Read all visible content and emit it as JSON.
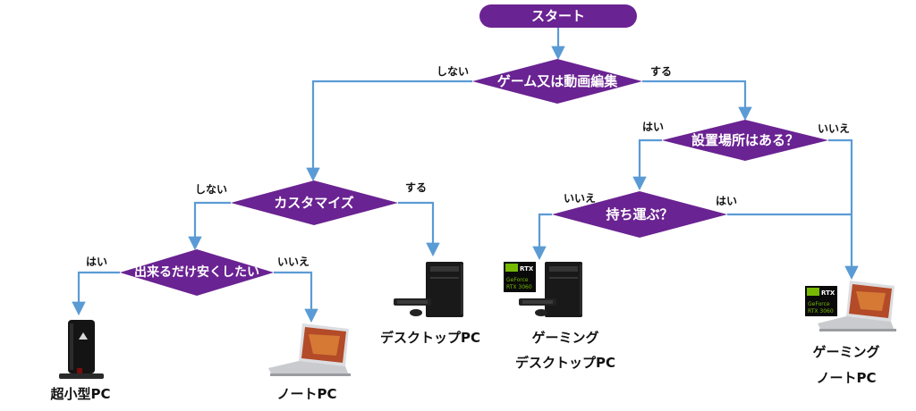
{
  "colors": {
    "node": "#6a2392",
    "arrow": "#5b9bd5",
    "text": "#111111"
  },
  "nodes": {
    "start": "スタート",
    "q_game": "ゲーム又は動画編集",
    "q_place": "設置場所はある？",
    "q_custom": "カスタマイズ",
    "q_carry": "持ち運ぶ？",
    "q_cheap": "出来るだけ安くしたい"
  },
  "edges": {
    "game_no": "しない",
    "game_yes": "する",
    "place_yes": "はい",
    "place_no": "いいえ",
    "custom_no": "しない",
    "custom_yes": "する",
    "carry_no": "いいえ",
    "carry_yes": "はい",
    "cheap_yes": "はい",
    "cheap_no": "いいえ"
  },
  "results": {
    "mini": "超小型PC",
    "laptop": "ノートPC",
    "desktop": "デスクトップPC",
    "gaming_desktop_1": "ゲーミング",
    "gaming_desktop_2": "デスクトップPC",
    "gaming_laptop_1": "ゲーミング",
    "gaming_laptop_2": "ノートPC"
  },
  "badges": {
    "brand": "GeForce",
    "model": "RTX 3060",
    "chip": "RTX"
  },
  "icons": [
    "mini-pc-icon",
    "laptop-icon",
    "desktop-pc-icon",
    "gaming-desktop-icon",
    "gaming-laptop-icon",
    "geforce-rtx-badge-icon"
  ]
}
